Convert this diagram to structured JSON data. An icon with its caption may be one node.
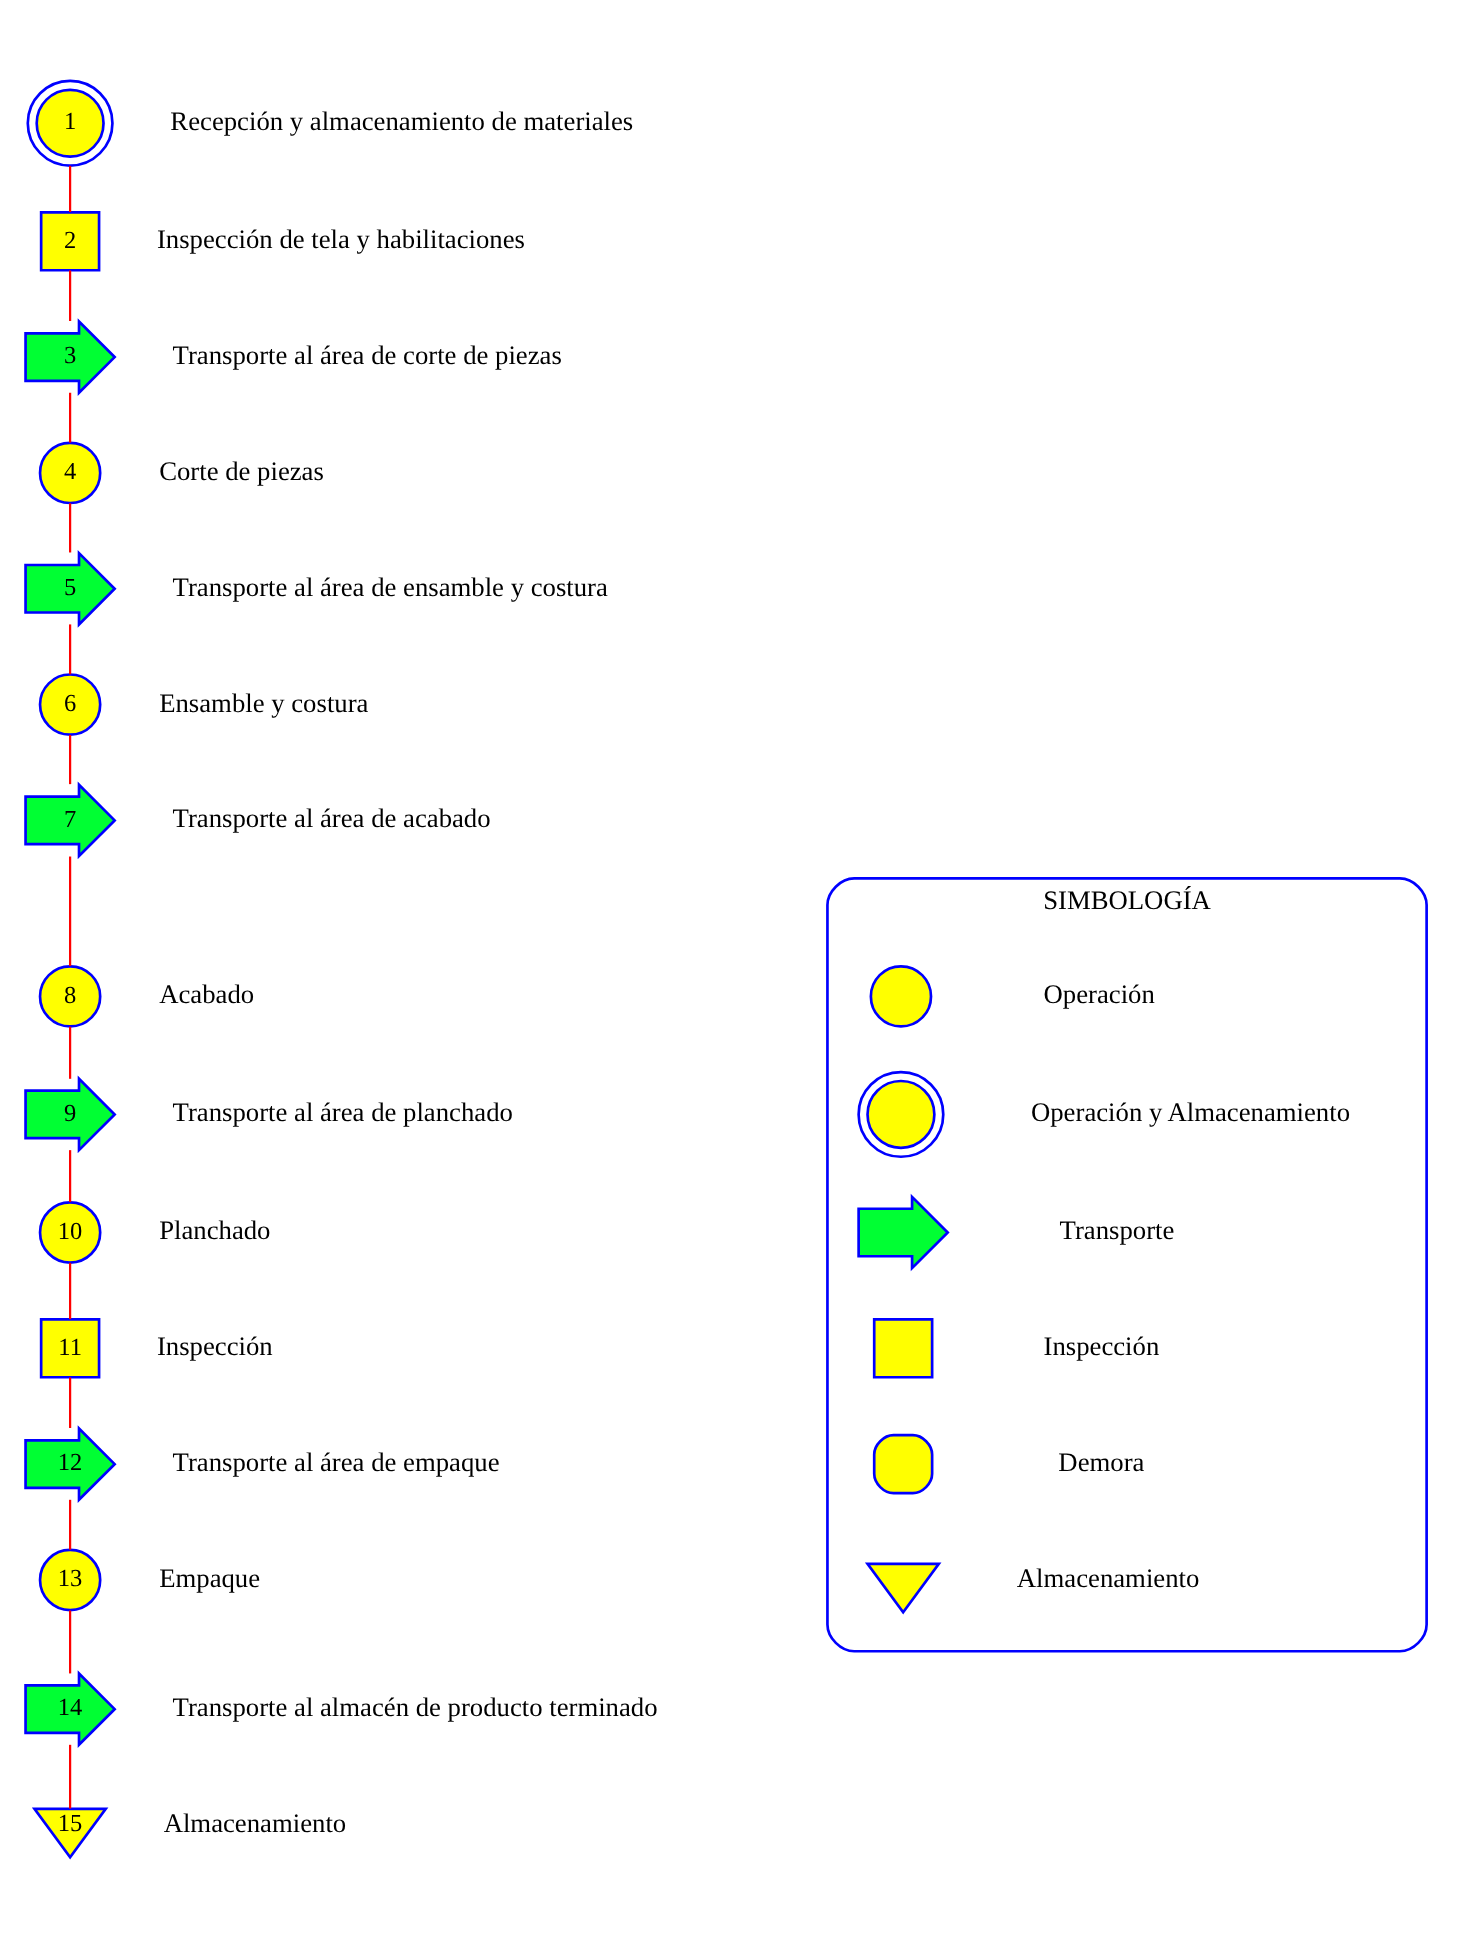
{
  "diagram": {
    "nodes": [
      {
        "text": [
          "1"
        ],
        "beside": [
          "Recepción y almacenamiento de materiales"
        ]
      },
      {
        "text": [
          "2"
        ],
        "beside": [
          "Inspección de tela y habilitaciones"
        ]
      },
      {
        "text": [
          "3"
        ],
        "beside": [
          "Transporte al área de corte de piezas"
        ]
      },
      {
        "text": [
          "4"
        ],
        "beside": [
          "Corte de piezas"
        ]
      },
      {
        "text": [
          "5"
        ],
        "beside": [
          "Transporte al área de ensamble y costura"
        ]
      },
      {
        "text": [
          "6"
        ],
        "beside": [
          "Ensamble y costura"
        ]
      },
      {
        "text": [
          "7"
        ],
        "beside": [
          "Transporte al área de acabado"
        ]
      },
      {
        "text": [
          "8"
        ],
        "beside": [
          "Acabado"
        ]
      },
      {
        "text": [
          "9"
        ],
        "beside": [
          "Transporte al área de planchado"
        ]
      },
      {
        "text": [
          "10"
        ],
        "beside": [
          "Planchado"
        ]
      },
      {
        "text": [
          "11"
        ],
        "beside": [
          "Inspección"
        ]
      },
      {
        "text": [
          "12"
        ],
        "beside": [
          "Transporte al área de empaque"
        ]
      },
      {
        "text": [
          "13"
        ],
        "beside": [
          "Empaque"
        ]
      },
      {
        "text": [
          "14"
        ],
        "beside": [
          "Transporte al almacén de producto terminado"
        ]
      },
      {
        "text": [
          "15"
        ],
        "beside": [
          "Almacenamiento"
        ]
      },
      {
        "text": [
          "SIMBOLOGÍA"
        ]
      },
      {
        "text": [],
        "shape": "circle",
        "in": 15
      },
      {
        "text": [],
        "shape": "circle",
        "in": 15
      },
      {
        "text": [],
        "shape": "arrow",
        "in": 15
      },
      {
        "text": [],
        "shape": "box",
        "in": 15
      },
      {
        "text": [],
        "shape": "box",
        "in": 15
      },
      {
        "text": [],
        "shape": "triangle",
        "in": 15
      }
    ],
    "edges": [
      {
        "from": 0,
        "to": 1,
        "arrow": "none"
      },
      {
        "from": 1,
        "to": 2,
        "arrow": "none"
      },
      {
        "from": 2,
        "to": 3,
        "arrow": "none"
      },
      {
        "from": 3,
        "to": 4,
        "arrow": "none"
      },
      {
        "from": 4,
        "to": 5,
        "arrow": "none"
      },
      {
        "from": 5,
        "to": 6,
        "arrow": "none"
      },
      {
        "from": 6,
        "to": 7,
        "arrow": "none"
      },
      {
        "from": 7,
        "to": 8,
        "arrow": "none"
      },
      {
        "from": 8,
        "to": 9,
        "arrow": "none"
      },
      {
        "from": 9,
        "to": 10,
        "arrow": "none"
      },
      {
        "from": 10,
        "to": 11,
        "arrow": "none"
      },
      {
        "from": 11,
        "to": 12,
        "arrow": "none"
      },
      {
        "from": 12,
        "to": 13,
        "arrow": "none"
      },
      {
        "from": 13,
        "to": 14,
        "arrow": "none"
      }
    ],
    "legend": [
      {
        "text": "Operación"
      },
      {
        "text": "Operación y Almacenamiento"
      },
      {
        "text": "Transporte"
      },
      {
        "text": "Inspección"
      },
      {
        "text": "Demora"
      },
      {
        "text": "Almacenamiento"
      }
    ]
  }
}
